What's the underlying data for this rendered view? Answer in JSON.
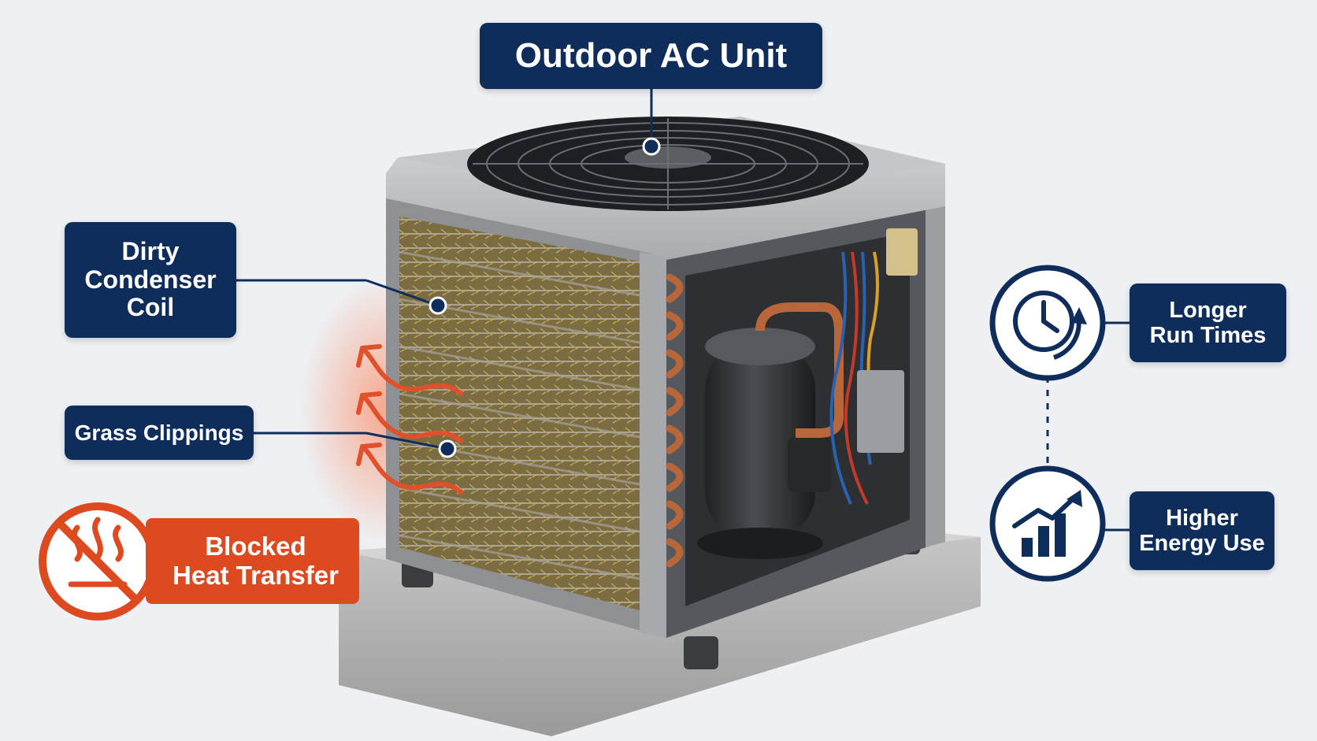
{
  "title": "Outdoor AC Unit",
  "callouts": {
    "coil": [
      "Dirty",
      "Condenser",
      "Coil"
    ],
    "grass": "Grass Clippings",
    "blocked": [
      "Blocked",
      "Heat Transfer"
    ],
    "runtime": [
      "Longer",
      "Run Times"
    ],
    "energy": [
      "Higher",
      "Energy Use"
    ]
  },
  "icons": {
    "blocked": "no-heat-icon",
    "runtime": "clock-cycle-icon",
    "energy": "rising-bars-icon",
    "heat": "heat-wave-arrow-icon"
  },
  "colors": {
    "navy": "#0f2d5a",
    "orange": "#de4a1f",
    "copper": "#b8663a",
    "debris": "#7a6a3a"
  }
}
